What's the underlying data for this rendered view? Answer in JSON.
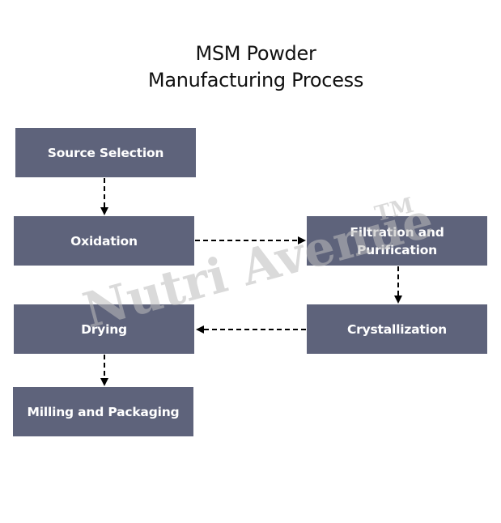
{
  "title": {
    "line1": "MSM Powder",
    "line2": "Manufacturing Process"
  },
  "steps": [
    {
      "id": "source",
      "label": "Source Selection"
    },
    {
      "id": "oxidation",
      "label": "Oxidation"
    },
    {
      "id": "filtration",
      "label_line1": "Filtration and",
      "label_line2": "Purification"
    },
    {
      "id": "crystallization",
      "label": "Crystallization"
    },
    {
      "id": "drying",
      "label": "Drying"
    },
    {
      "id": "milling",
      "label": "Milling and Packaging"
    }
  ],
  "connections": [
    {
      "from": "Source Selection",
      "to": "Oxidation",
      "style": "dashed"
    },
    {
      "from": "Oxidation",
      "to": "Filtration and Purification",
      "style": "dashed"
    },
    {
      "from": "Filtration and Purification",
      "to": "Crystallization",
      "style": "dashed"
    },
    {
      "from": "Crystallization",
      "to": "Drying",
      "style": "dashed"
    },
    {
      "from": "Drying",
      "to": "Milling and Packaging",
      "style": "dashed"
    }
  ],
  "watermark": {
    "text": "Nutri Avenue",
    "mark": "TM"
  },
  "colors": {
    "box_fill": "#5e637b",
    "box_text": "#ffffff",
    "arrow": "#000000",
    "watermark": "#bdbdbd"
  }
}
